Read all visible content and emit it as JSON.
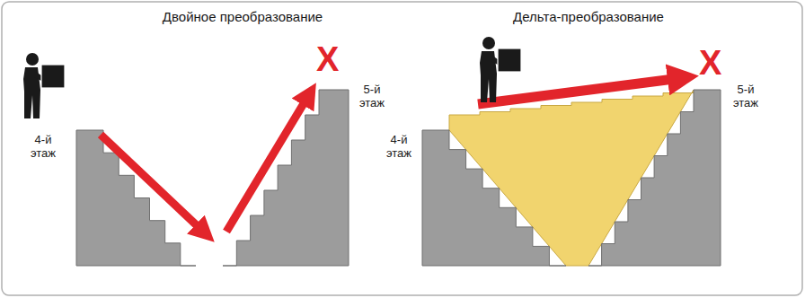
{
  "diagram": {
    "labels": [
      "Двойное преобразование",
      "4-й этаж",
      "5-й этаж",
      "X",
      "Дельта-преобразование",
      "4-й этаж",
      "5-й этаж",
      "X"
    ]
  }
}
